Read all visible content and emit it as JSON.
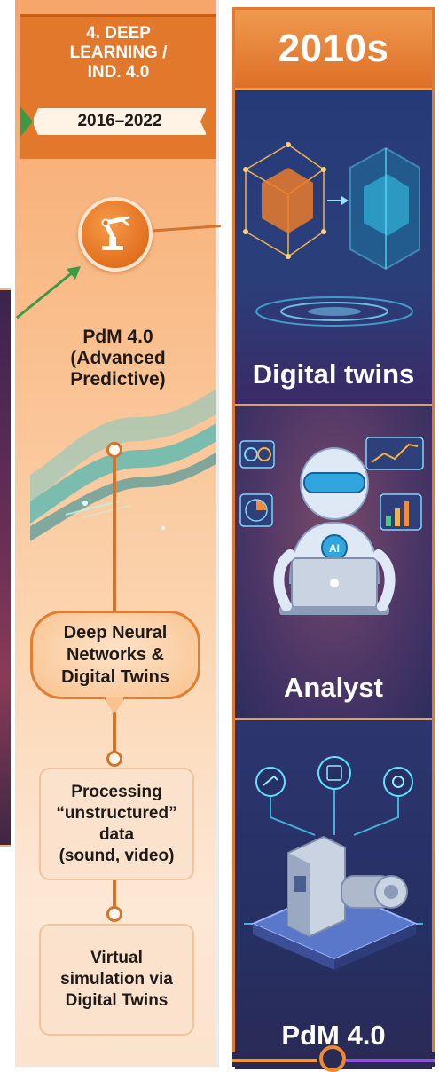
{
  "phase": {
    "title": "4. DEEP\nLEARNING /\nIND. 4.0",
    "years": "2016–2022",
    "milestone": "PdM 4.0\n(Advanced\nPredictive)",
    "bubble": "Deep Neural\nNetworks &\nDigital Twins",
    "cards": [
      "Processing\n“unstructured”\ndata\n(sound, video)",
      "Virtual\nsimulation via\nDigital Twins"
    ]
  },
  "era": {
    "title": "2010s",
    "panels": [
      {
        "label": "Digital twins",
        "icon": "digital-twin-cubes-icon"
      },
      {
        "label": "Analyst",
        "icon": "ai-robot-analyst-icon"
      },
      {
        "label": "PdM 4.0",
        "icon": "connected-machine-icon"
      }
    ]
  },
  "colors": {
    "accent_orange": "#e2782b",
    "era_background": "#2a2a55",
    "arrow_green": "#3a9a45",
    "wave_teal": "#4fb8b3"
  }
}
